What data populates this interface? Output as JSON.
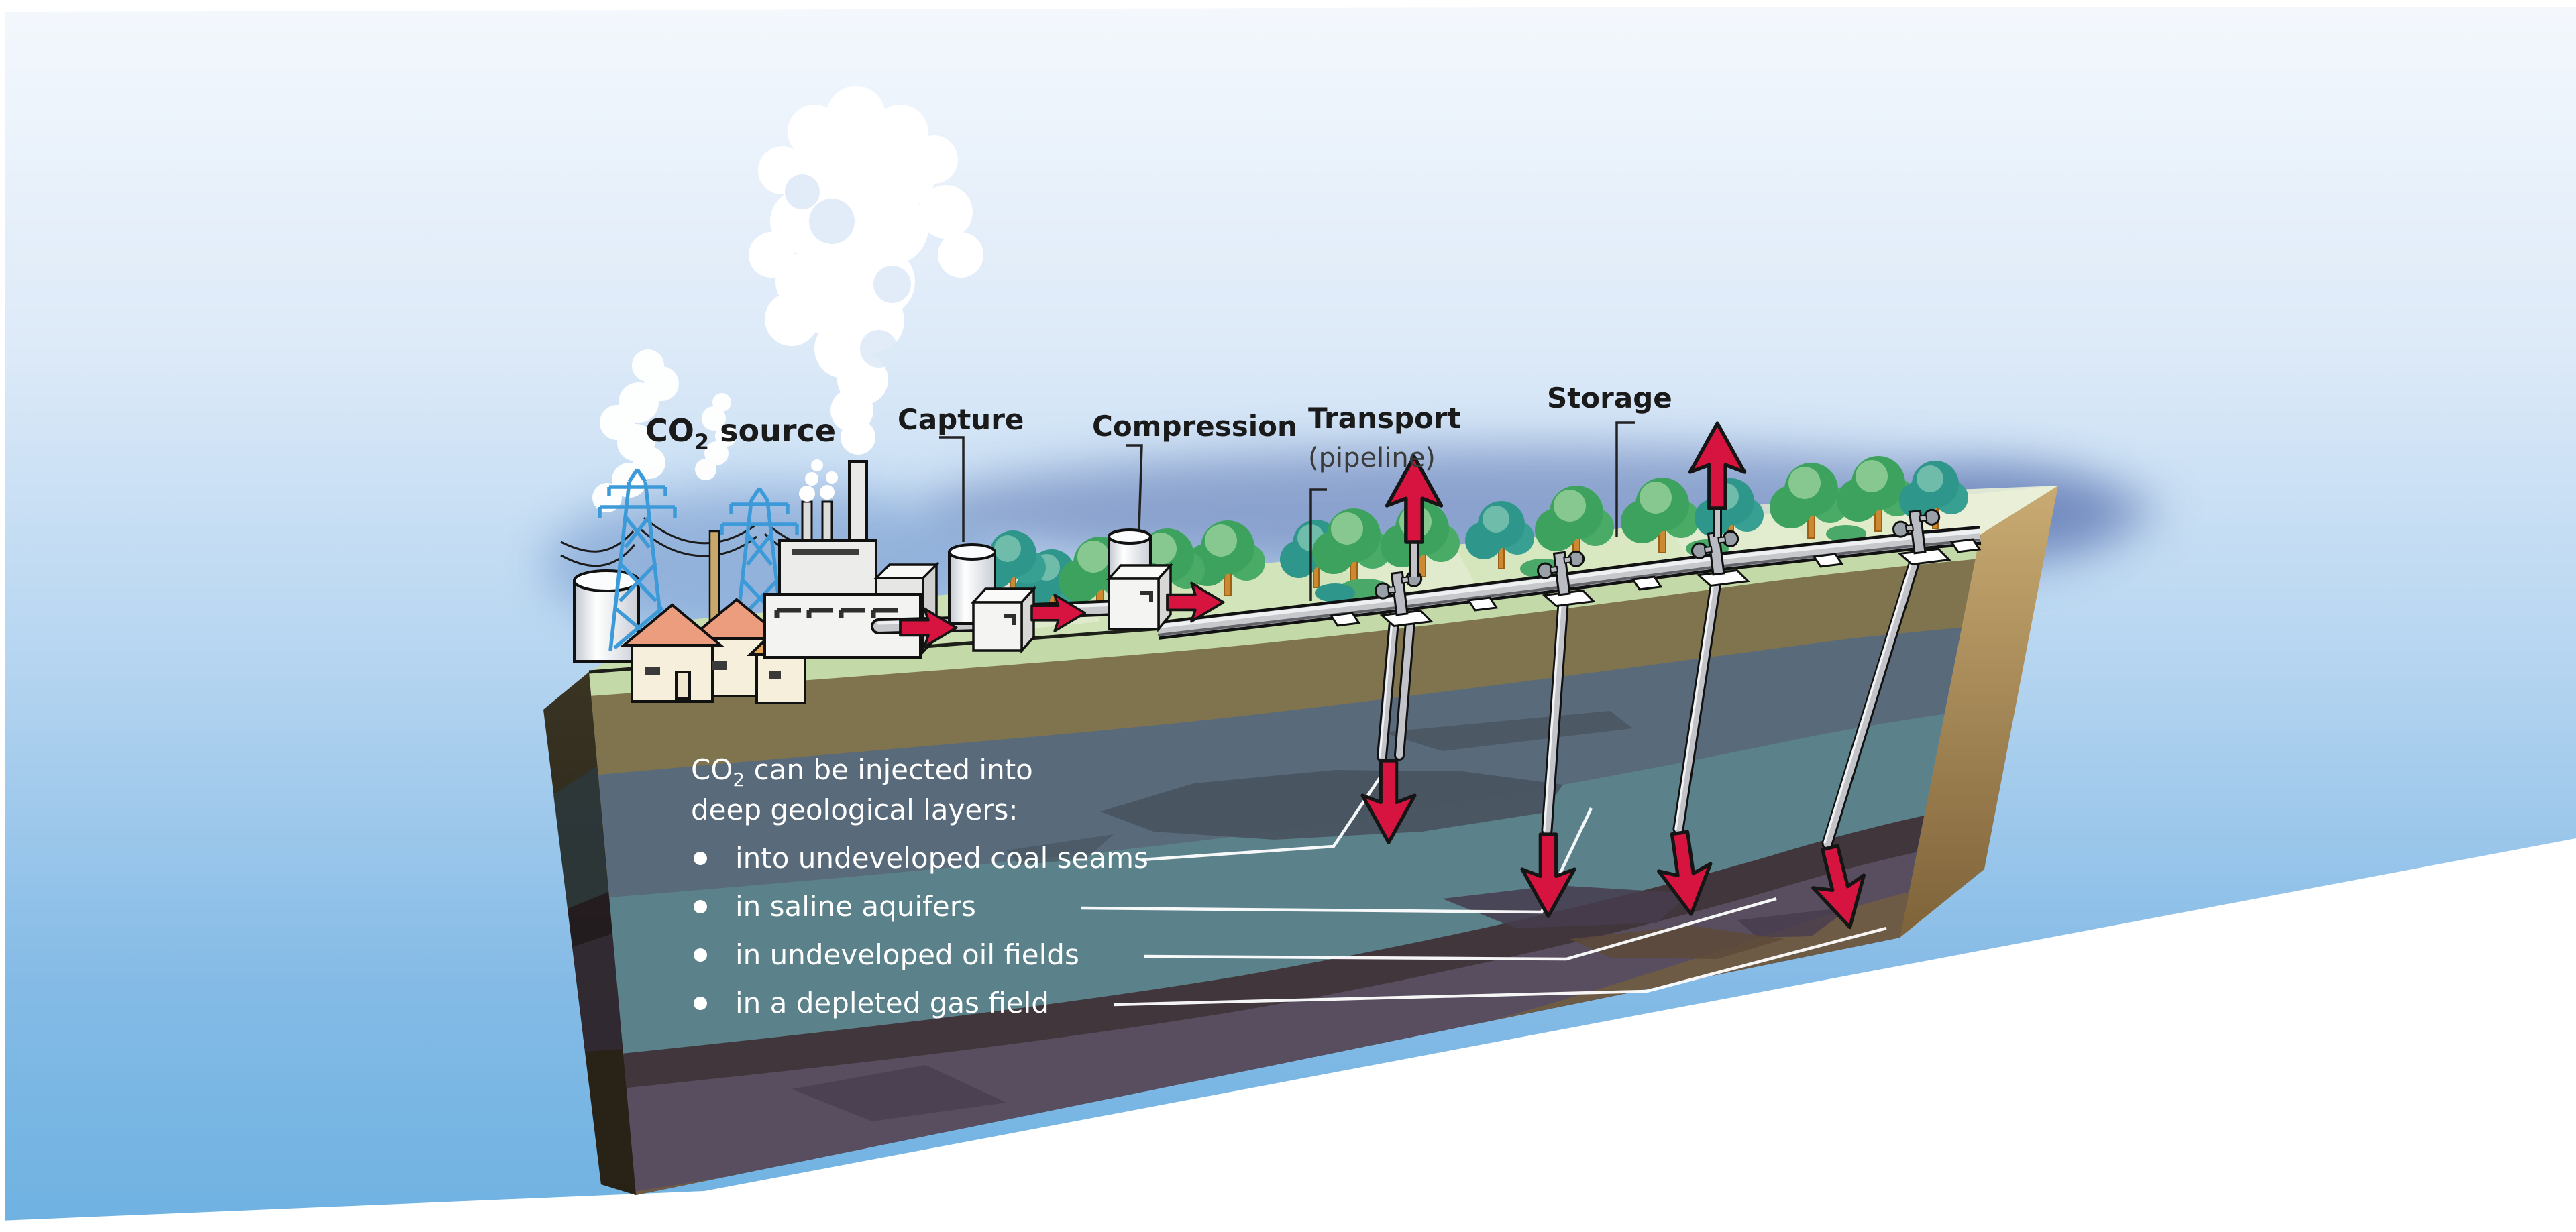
{
  "figure": {
    "title_semantic": "CO2 capture, transport and geological storage diagram",
    "stage_labels": {
      "co2_main": "CO",
      "co2_sub": "2",
      "co2_rest": " source",
      "capture": "Capture",
      "compression": "Compression",
      "transport": "Transport",
      "transport_qualifier": "(pipeline)",
      "storage": "Storage"
    },
    "injection_note": {
      "line1_pre": "CO",
      "line1_sub": "2",
      "line1_post": " can be injected into",
      "line2": "deep geological layers:",
      "bullets": [
        "into undeveloped coal seams",
        "in saline aquifers",
        "in undeveloped oil fields",
        "in a depleted gas field"
      ]
    },
    "colors": {
      "arrow_red": "#d6143f",
      "sky_top": "#f4f8fd",
      "sky_bottom": "#6fb2e2",
      "horizon_haze": "#4e66a8",
      "grass": "#cfe2b6",
      "topsoil_olive": "#7f744d",
      "slate_layer": "#596a7b",
      "saline_aquifer_teal": "#5b828a",
      "maroon_band": "#42363d",
      "oilfield_purple": "#584e5f",
      "gasfield_brown": "#6e5b46",
      "deep_tan": "#b08545",
      "coal_seam_gray": "#49545f",
      "pipe_gray": "#c6c8cc",
      "tree_green": "#3ca25d",
      "tree_teal": "#2f968b",
      "pylon_blue": "#3d9ad8",
      "roof_salmon": "#ec9d7e",
      "roof_orange": "#eda757",
      "label_black": "#1a1a1a",
      "note_white": "#ffffff",
      "smoke_white": "#ffffff"
    }
  }
}
